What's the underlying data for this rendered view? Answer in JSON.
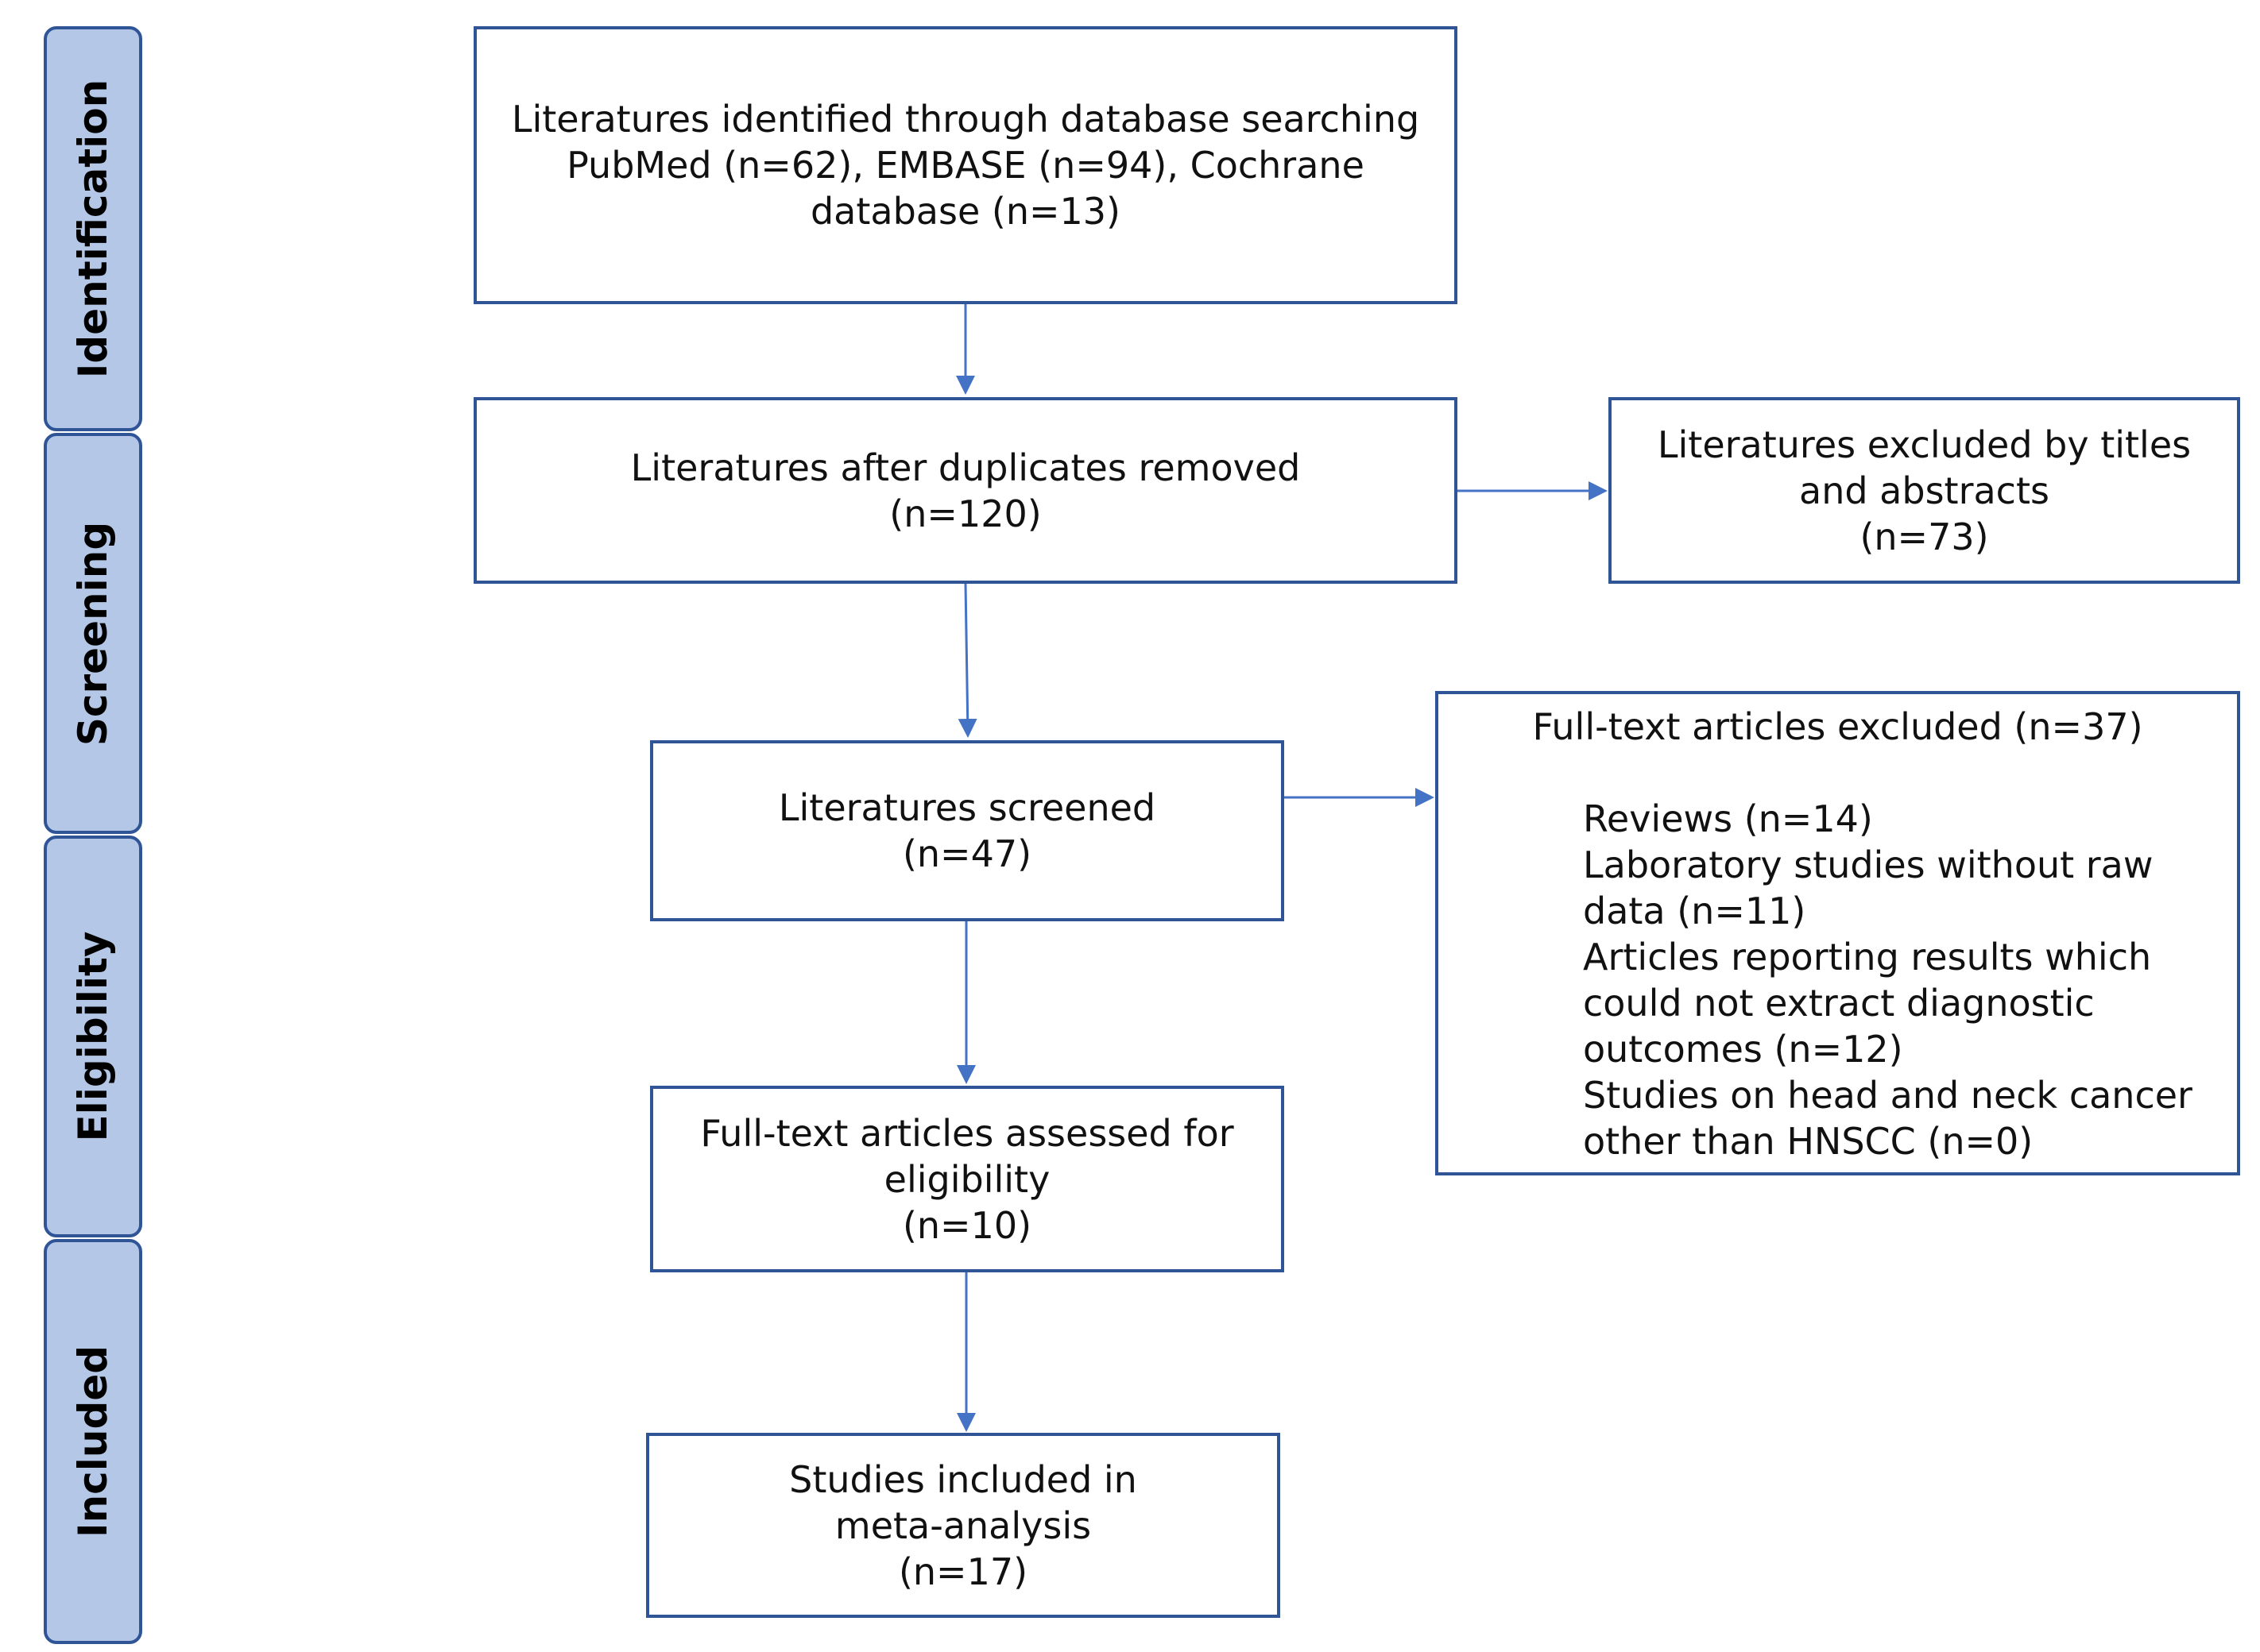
{
  "phases": {
    "identification": "Identification",
    "screening": "Screening",
    "eligibility": "Eligibility",
    "included": "Included"
  },
  "boxes": {
    "identified": {
      "lines": [
        "Literatures identified through database searching",
        "PubMed (n=62), EMBASE (n=94), Cochrane",
        "database (n=13)"
      ]
    },
    "duplicates_removed": {
      "lines": [
        "Literatures after duplicates removed",
        "(n=120)"
      ]
    },
    "excluded_titles": {
      "lines": [
        "Literatures excluded by titles",
        "and abstracts",
        "(n=73)"
      ]
    },
    "screened": {
      "lines": [
        "Literatures screened",
        "(n=47)"
      ]
    },
    "fulltext_excluded": {
      "title": "Full-text articles excluded (n=37)",
      "lines": [
        "Reviews (n=14)",
        "Laboratory studies without raw",
        "data (n=11)",
        "Articles reporting results which",
        "could not extract diagnostic",
        "outcomes (n=12)",
        "Studies on head and neck cancer",
        "other than HNSCC (n=0)"
      ]
    },
    "assessed": {
      "lines": [
        "Full-text articles assessed for",
        "eligibility",
        "(n=10)"
      ]
    },
    "included": {
      "lines": [
        "Studies included in",
        "meta-analysis",
        "(n=17)"
      ]
    }
  },
  "colors": {
    "box_border": "#2f5597",
    "phase_fill": "#b4c7e7",
    "arrow": "#4472c4"
  }
}
